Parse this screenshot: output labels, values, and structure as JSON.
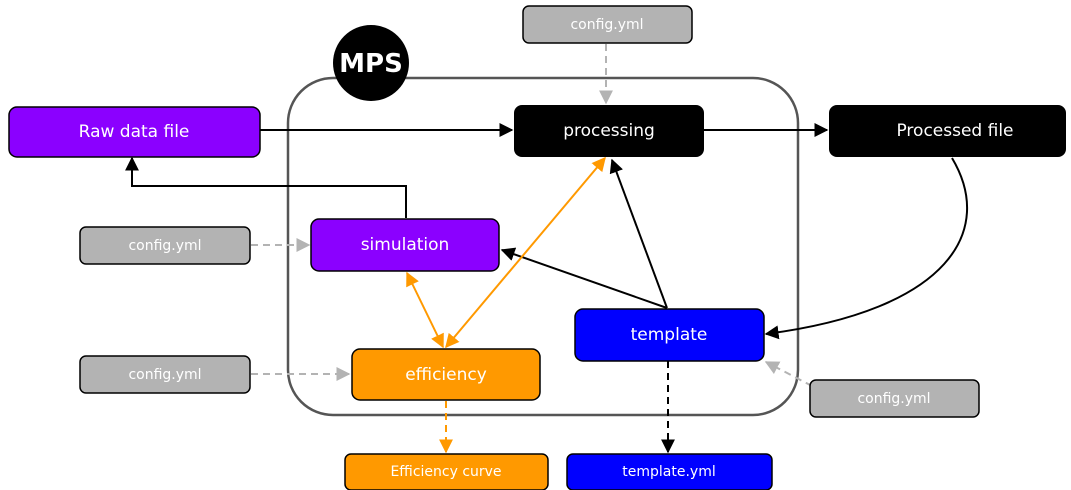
{
  "logo": {
    "text": "MPS"
  },
  "nodes": {
    "raw_data_file": {
      "label": "Raw data file",
      "color": "#8B00FF"
    },
    "processing": {
      "label": "processing",
      "color": "#000000"
    },
    "processed_file": {
      "label": "Processed file",
      "color": "#000000"
    },
    "simulation": {
      "label": "simulation",
      "color": "#8B00FF"
    },
    "template": {
      "label": "template",
      "color": "#0000FF"
    },
    "efficiency": {
      "label": "efficiency",
      "color": "#FF9900"
    },
    "efficiency_curve": {
      "label": "Efficiency curve",
      "color": "#FF9900"
    },
    "template_yml": {
      "label": "template.yml",
      "color": "#0000FF"
    },
    "config_top": {
      "label": "config.yml",
      "color": "#B3B3B3"
    },
    "config_simulation": {
      "label": "config.yml",
      "color": "#B3B3B3"
    },
    "config_efficiency": {
      "label": "config.yml",
      "color": "#B3B3B3"
    },
    "config_template": {
      "label": "config.yml",
      "color": "#B3B3B3"
    }
  }
}
